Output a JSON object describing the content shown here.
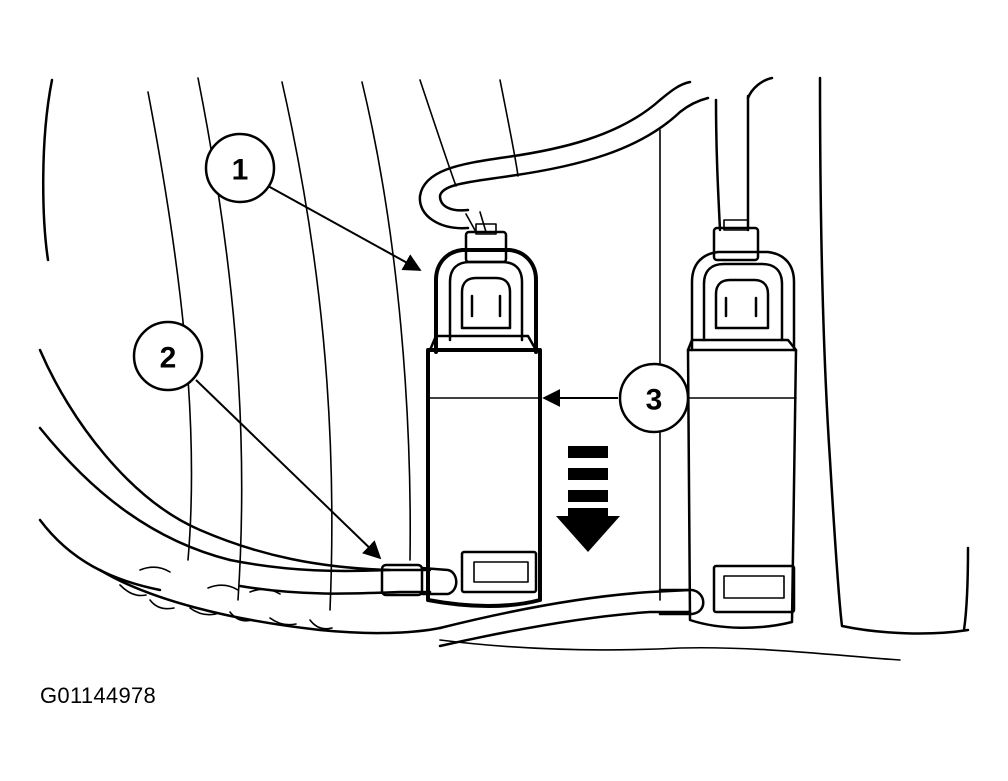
{
  "figure_id": "G01144978",
  "callouts": [
    {
      "label": "1"
    },
    {
      "label": "2"
    },
    {
      "label": "3"
    }
  ]
}
